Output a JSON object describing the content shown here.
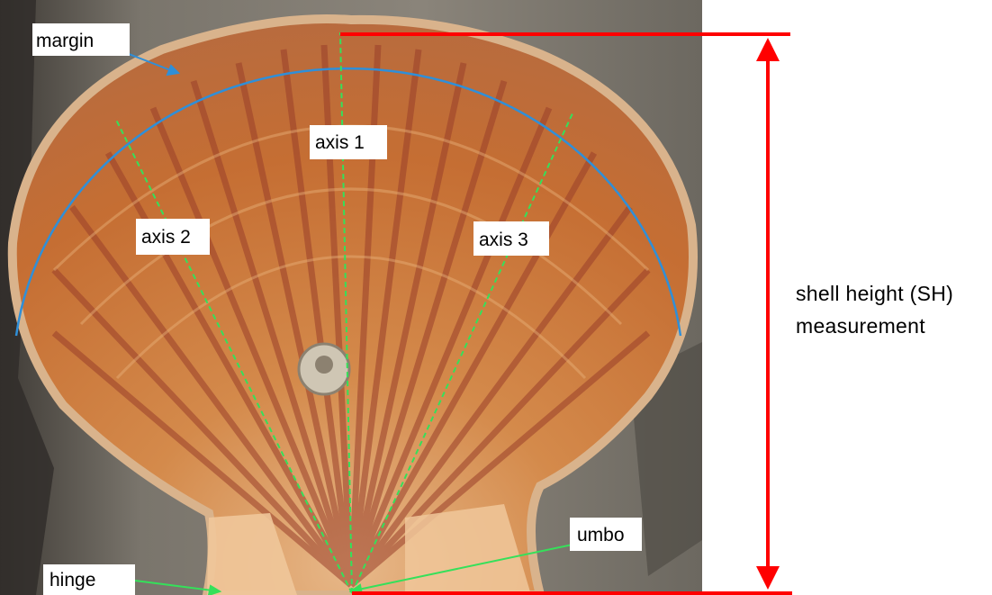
{
  "labels": {
    "margin": "margin",
    "axis1": "axis 1",
    "axis2": "axis 2",
    "axis3": "axis 3",
    "umbo": "umbo",
    "hinge": "hinge"
  },
  "measurement": {
    "line1": "shell height (SH)",
    "line2": "measurement"
  },
  "colors": {
    "margin_line": "#2f8fd8",
    "axis_line": "#35e05a",
    "pointer": "#35e05a",
    "measure": "#ff0000",
    "shell_base": "#c9793a",
    "background": "#6e6a63"
  },
  "icons": {
    "measure_arrow": "double-headed-arrow"
  }
}
